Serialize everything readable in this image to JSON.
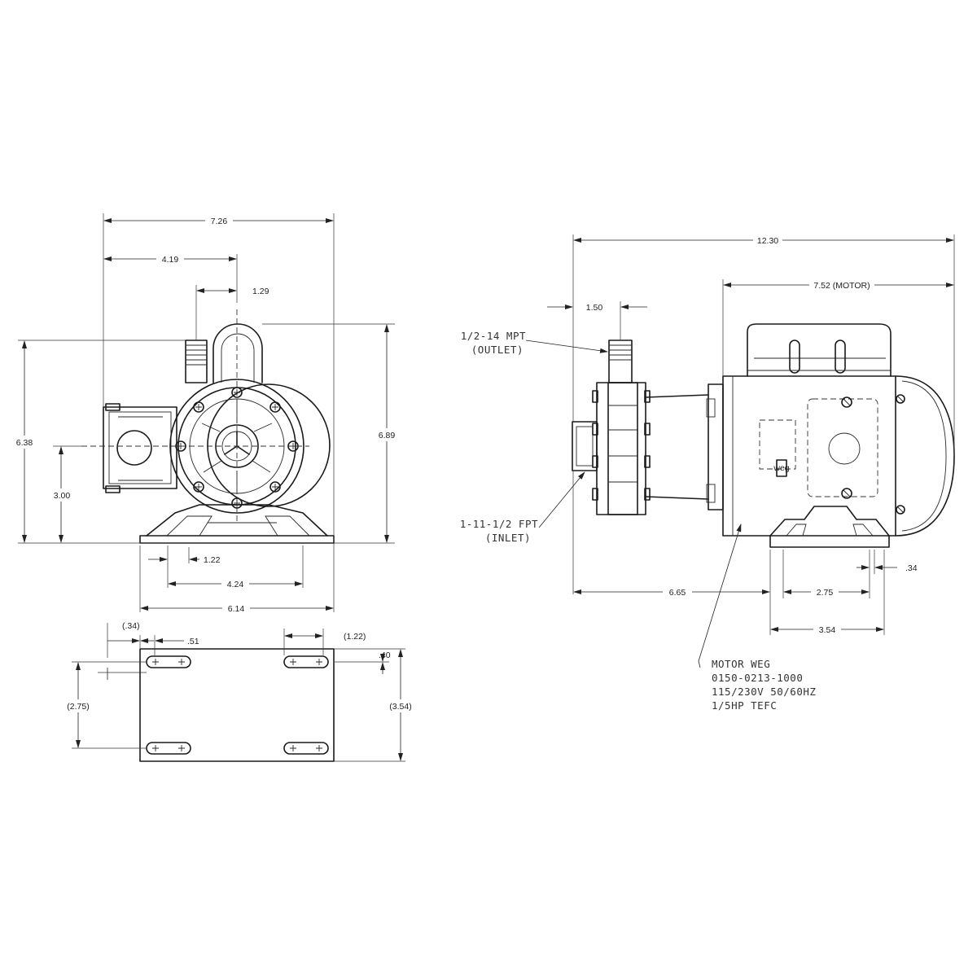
{
  "front_view": {
    "overall_width": "7.26",
    "center_offset": "4.19",
    "outlet_offset": "1.29",
    "height_left": "6.38",
    "height_right": "6.89",
    "shaft_height": "3.00",
    "foot_hole_offset": "1.22",
    "foot_hole_spacing": "4.24",
    "base_width": "6.14"
  },
  "base_plan": {
    "edge_offset": "(.34)",
    "slot_length": ".51",
    "slot_offset_right": "(1.22)",
    "slot_inset": ".40",
    "slot_spacing": "(2.75)",
    "base_depth": "(3.54)"
  },
  "side_view": {
    "overall_length": "12.30",
    "motor_length": "7.52 (MOTOR)",
    "outlet_setback": "1.50",
    "outlet_label_line1": "1/2-14 MPT",
    "outlet_label_line2": "(OUTLET)",
    "inlet_label_line1": "1-11-1/2 FPT",
    "inlet_label_line2": "(INLET)",
    "foot_offset": ".34",
    "inlet_to_foot": "6.65",
    "foot_hole_spacing": "2.75",
    "foot_width": "3.54"
  },
  "motor_note": {
    "line1": "MOTOR WEG",
    "line2": "0150-0213-1000",
    "line3": "115/230V 50/60HZ",
    "line4": "1/5HP TEFC"
  },
  "nameplate_logo": "weg"
}
